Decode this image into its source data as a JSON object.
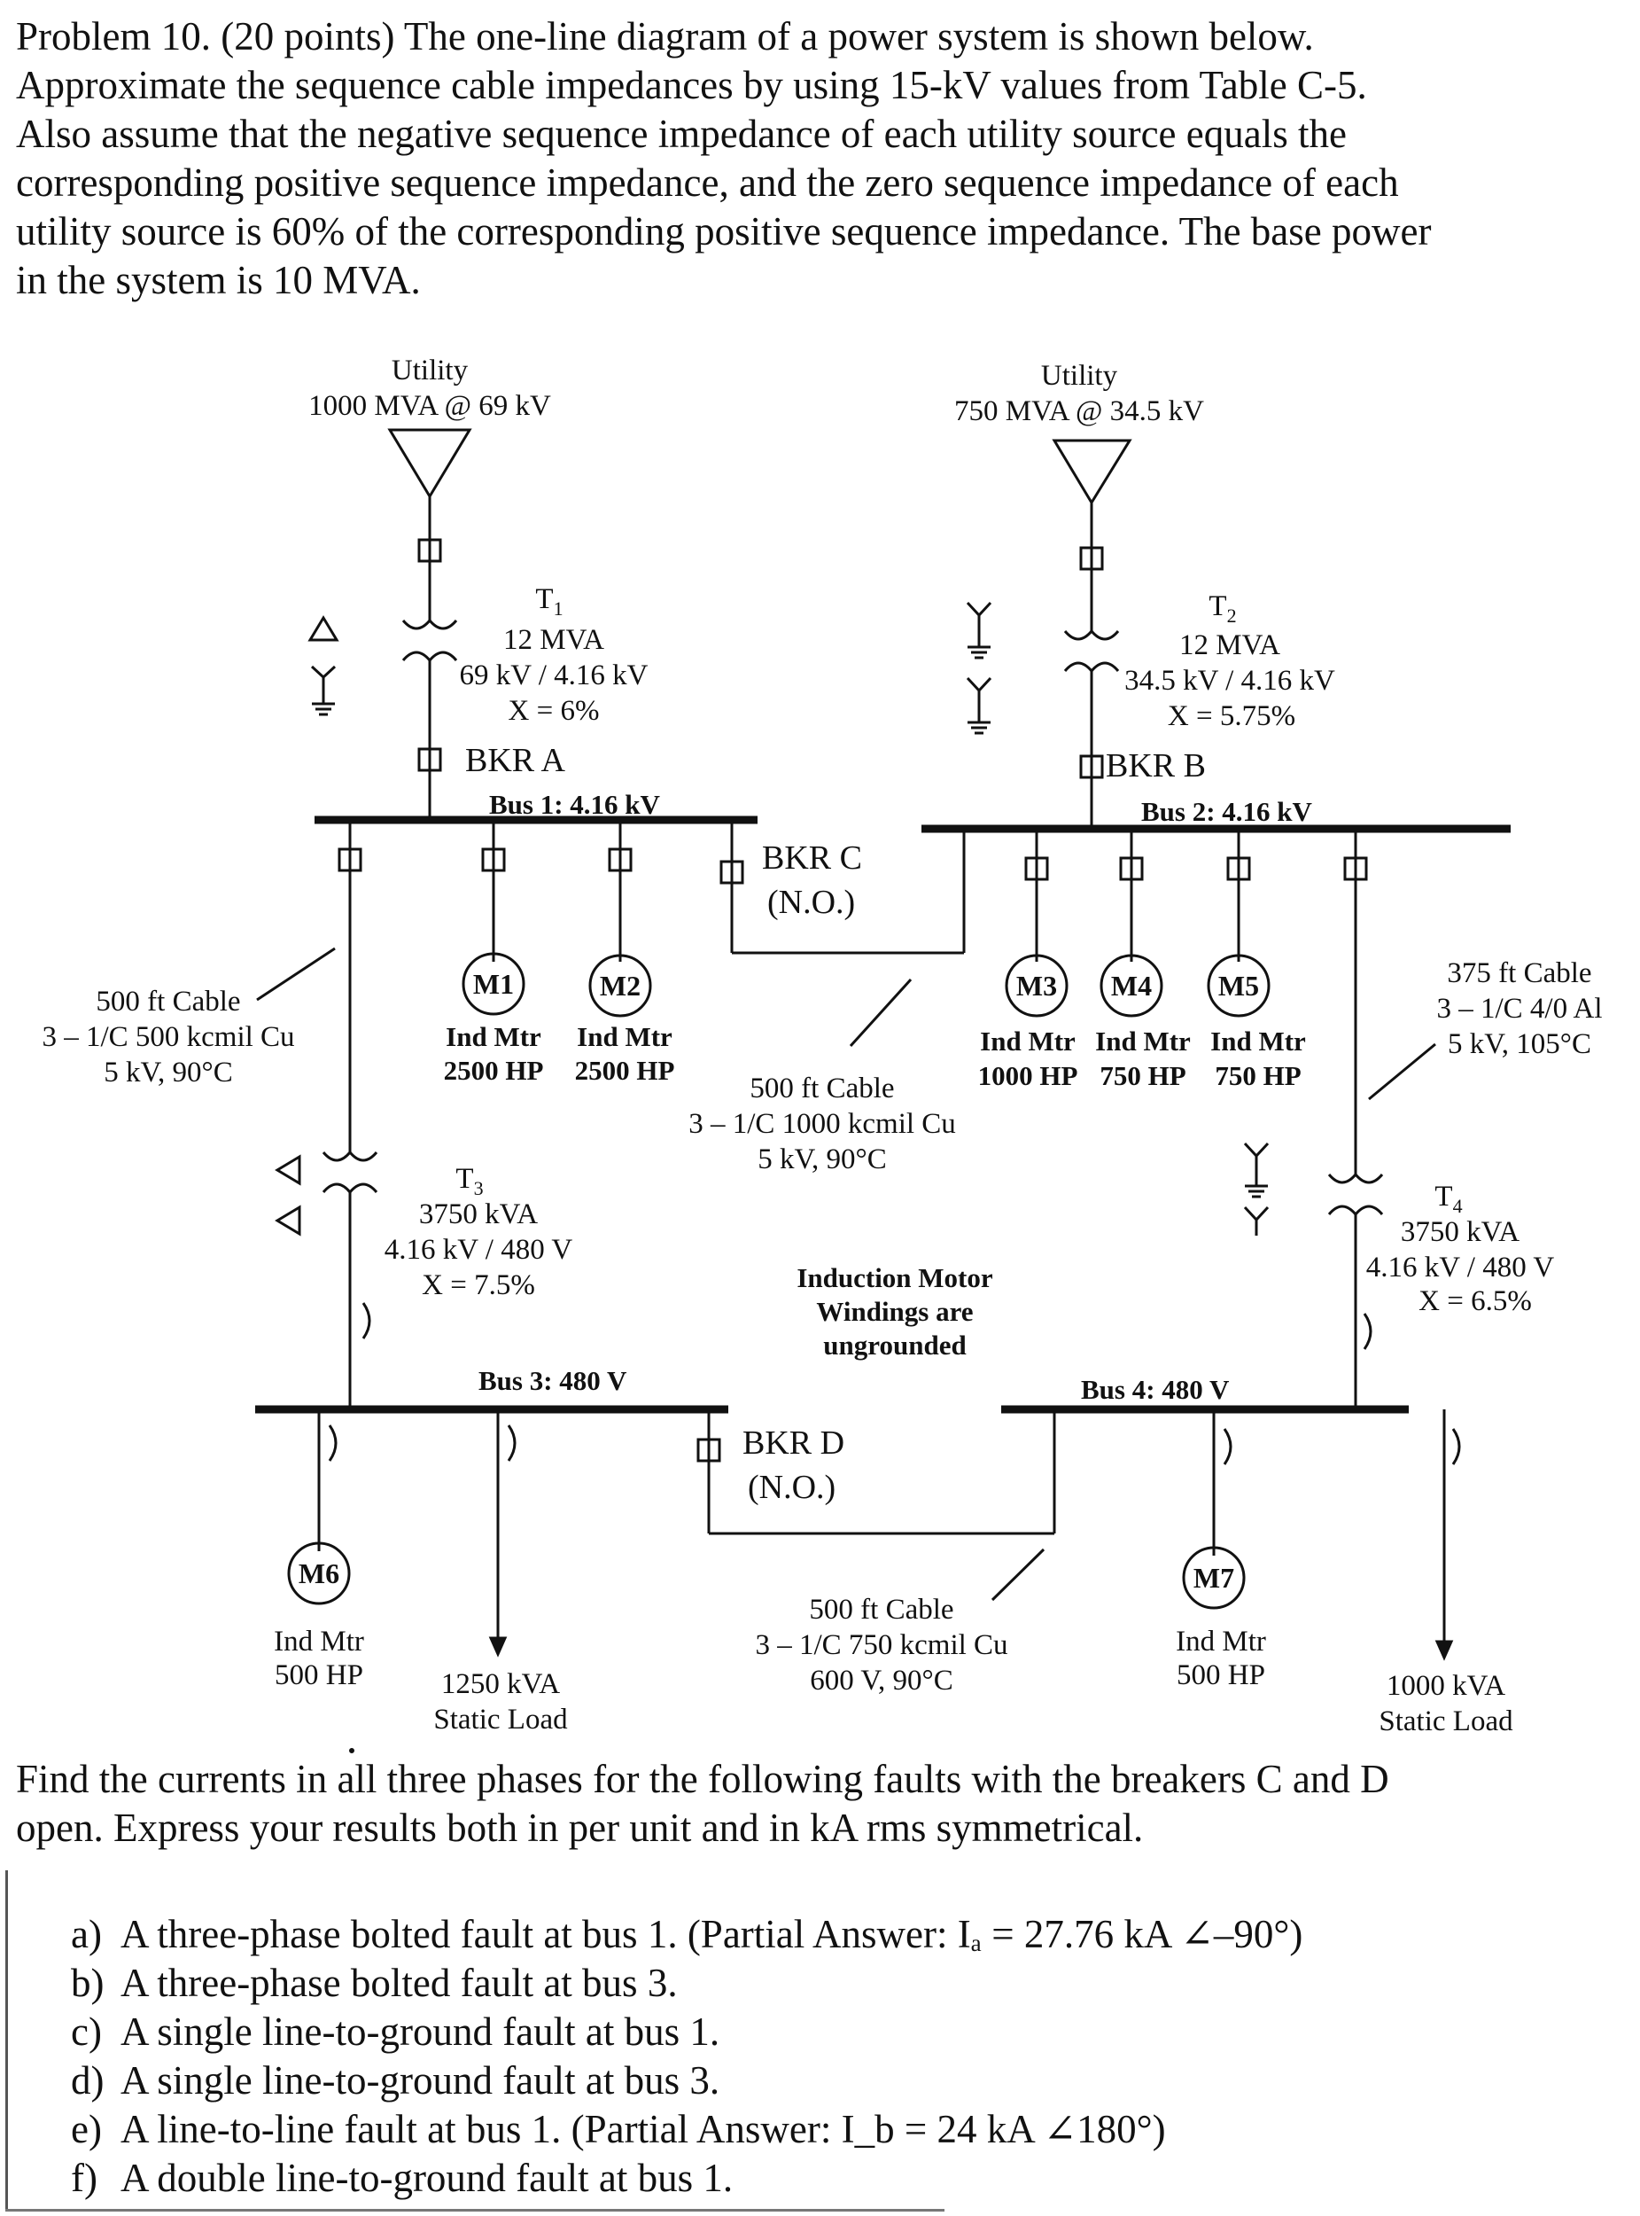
{
  "problem_text": [
    "Problem 10. (20 points) The one-line diagram of a power system is shown below.",
    "Approximate the sequence cable impedances by using 15-kV values from Table C-5.",
    "Also assume that the negative sequence impedance of each utility source equals the",
    "corresponding positive sequence impedance, and the zero sequence impedance of each",
    "utility source is 60% of the corresponding positive sequence impedance. The base power",
    "in the system is 10 MVA."
  ],
  "utility1": {
    "name": "Utility",
    "rating": "1000 MVA @ 69 kV"
  },
  "utility2": {
    "name": "Utility",
    "rating": "750 MVA @ 34.5 kV"
  },
  "t1": {
    "name": "T",
    "sub": "1",
    "mva": "12 MVA",
    "kv": "69 kV / 4.16 kV",
    "x": "X = 6%"
  },
  "t2": {
    "name": "T",
    "sub": "2",
    "mva": "12 MVA",
    "kv": "34.5 kV / 4.16 kV",
    "x": "X = 5.75%"
  },
  "t3": {
    "name": "T",
    "sub": "3",
    "kva": "3750 kVA",
    "kv": "4.16 kV / 480 V",
    "x": "X = 7.5%"
  },
  "t4": {
    "name": "T",
    "sub": "4",
    "kva": "3750 kVA",
    "kv": "4.16 kV / 480 V",
    "x": "X = 6.5%"
  },
  "bkr_a": "BKR A",
  "bkr_b": "BKR B",
  "bkr_c": {
    "name": "BKR C",
    "state": "(N.O.)"
  },
  "bkr_d": {
    "name": "BKR D",
    "state": "(N.O.)"
  },
  "bus1": "Bus 1: 4.16 kV",
  "bus2": "Bus 2: 4.16 kV",
  "bus3": "Bus 3: 480 V",
  "bus4": "Bus 4: 480 V",
  "motors": [
    {
      "id": "M1",
      "type": "Ind Mtr",
      "hp": "2500 HP"
    },
    {
      "id": "M2",
      "type": "Ind Mtr",
      "hp": "2500 HP"
    },
    {
      "id": "M3",
      "type": "Ind Mtr",
      "hp": "1000 HP"
    },
    {
      "id": "M4",
      "type": "Ind Mtr",
      "hp": "750 HP"
    },
    {
      "id": "M5",
      "type": "Ind Mtr",
      "hp": "750 HP"
    },
    {
      "id": "M6",
      "type": "Ind Mtr",
      "hp": "500 HP"
    },
    {
      "id": "M7",
      "type": "Ind Mtr",
      "hp": "500 HP"
    }
  ],
  "cable_left": [
    "500 ft Cable",
    "3 – 1/C 500 kcmil Cu",
    "5 kV, 90°C"
  ],
  "cable_mid": [
    "500 ft Cable",
    "3 – 1/C 1000 kcmil Cu",
    "5 kV, 90°C"
  ],
  "cable_right": [
    "375 ft Cable",
    "3 – 1/C 4/0 Al",
    "5 kV, 105°C"
  ],
  "cable_bottom": [
    "500 ft Cable",
    "3 – 1/C 750 kcmil Cu",
    "600 V, 90°C"
  ],
  "motor_note": [
    "Induction Motor",
    "Windings are",
    "ungrounded"
  ],
  "load_left": [
    "1250 kVA",
    "Static Load"
  ],
  "load_right": [
    "1000 kVA",
    "Static Load"
  ],
  "question_text": [
    "Find the currents in all three phases for the following faults with the breakers C and D",
    "open.  Express your results both in per unit and in kA rms symmetrical."
  ],
  "parts": [
    {
      "letter": "a)",
      "text": "A three-phase bolted fault at bus 1.  (Partial Answer: Iₐ = 27.76 kA ∠–90°)"
    },
    {
      "letter": "b)",
      "text": "A three-phase bolted fault at bus 3."
    },
    {
      "letter": "c)",
      "text": "A single line-to-ground fault at bus 1."
    },
    {
      "letter": "d)",
      "text": "A single line-to-ground fault at bus 3."
    },
    {
      "letter": "e)",
      "text": "A line-to-line fault at bus 1.  (Partial Answer: I_b = 24 kA ∠180°)"
    },
    {
      "letter": "f)",
      "text": "A double line-to-ground fault at bus 1."
    }
  ]
}
